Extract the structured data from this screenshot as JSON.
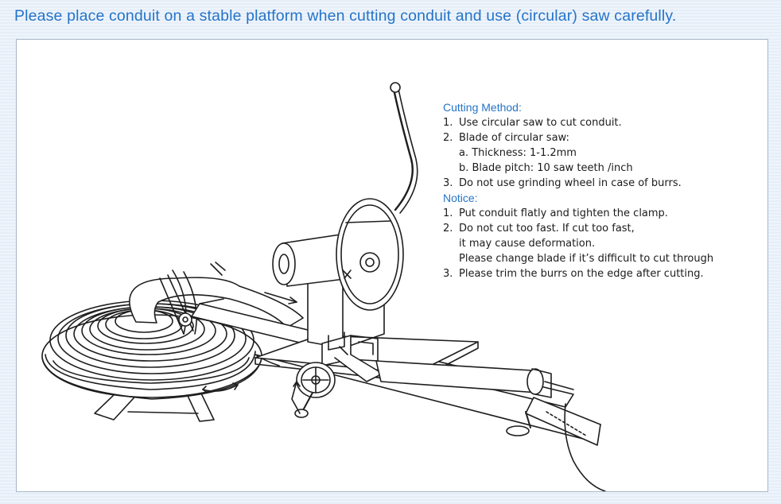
{
  "headline": "Please place conduit on a stable platform when cutting conduit and use (circular) saw carefully.",
  "instructions": {
    "cutting_method_title": "Cutting Method:",
    "cutting_items": [
      {
        "num": "1.",
        "text": "Use circular saw to cut conduit."
      },
      {
        "num": "2.",
        "text": "Blade of circular saw:"
      },
      {
        "num": "3.",
        "text": "Do not use grinding wheel in case of burrs."
      }
    ],
    "blade_sub": [
      "a. Thickness: 1-1.2mm",
      "b. Blade pitch: 10 saw teeth /inch"
    ],
    "notice_title": "Notice:",
    "notice_items": [
      {
        "num": "1.",
        "text": "Put conduit flatly and tighten the clamp."
      },
      {
        "num": "2.",
        "text": "Do not cut too fast. If cut too fast,"
      },
      {
        "num": "3.",
        "text": "Please trim the burrs on the edge after cutting."
      }
    ],
    "notice_continuation": [
      "it may cause deformation.",
      "Please change blade if it’s difficult to cut through"
    ]
  },
  "colors": {
    "accent": "#2474c8",
    "text": "#1b1b1b",
    "line_art": "#1e1e1e"
  }
}
